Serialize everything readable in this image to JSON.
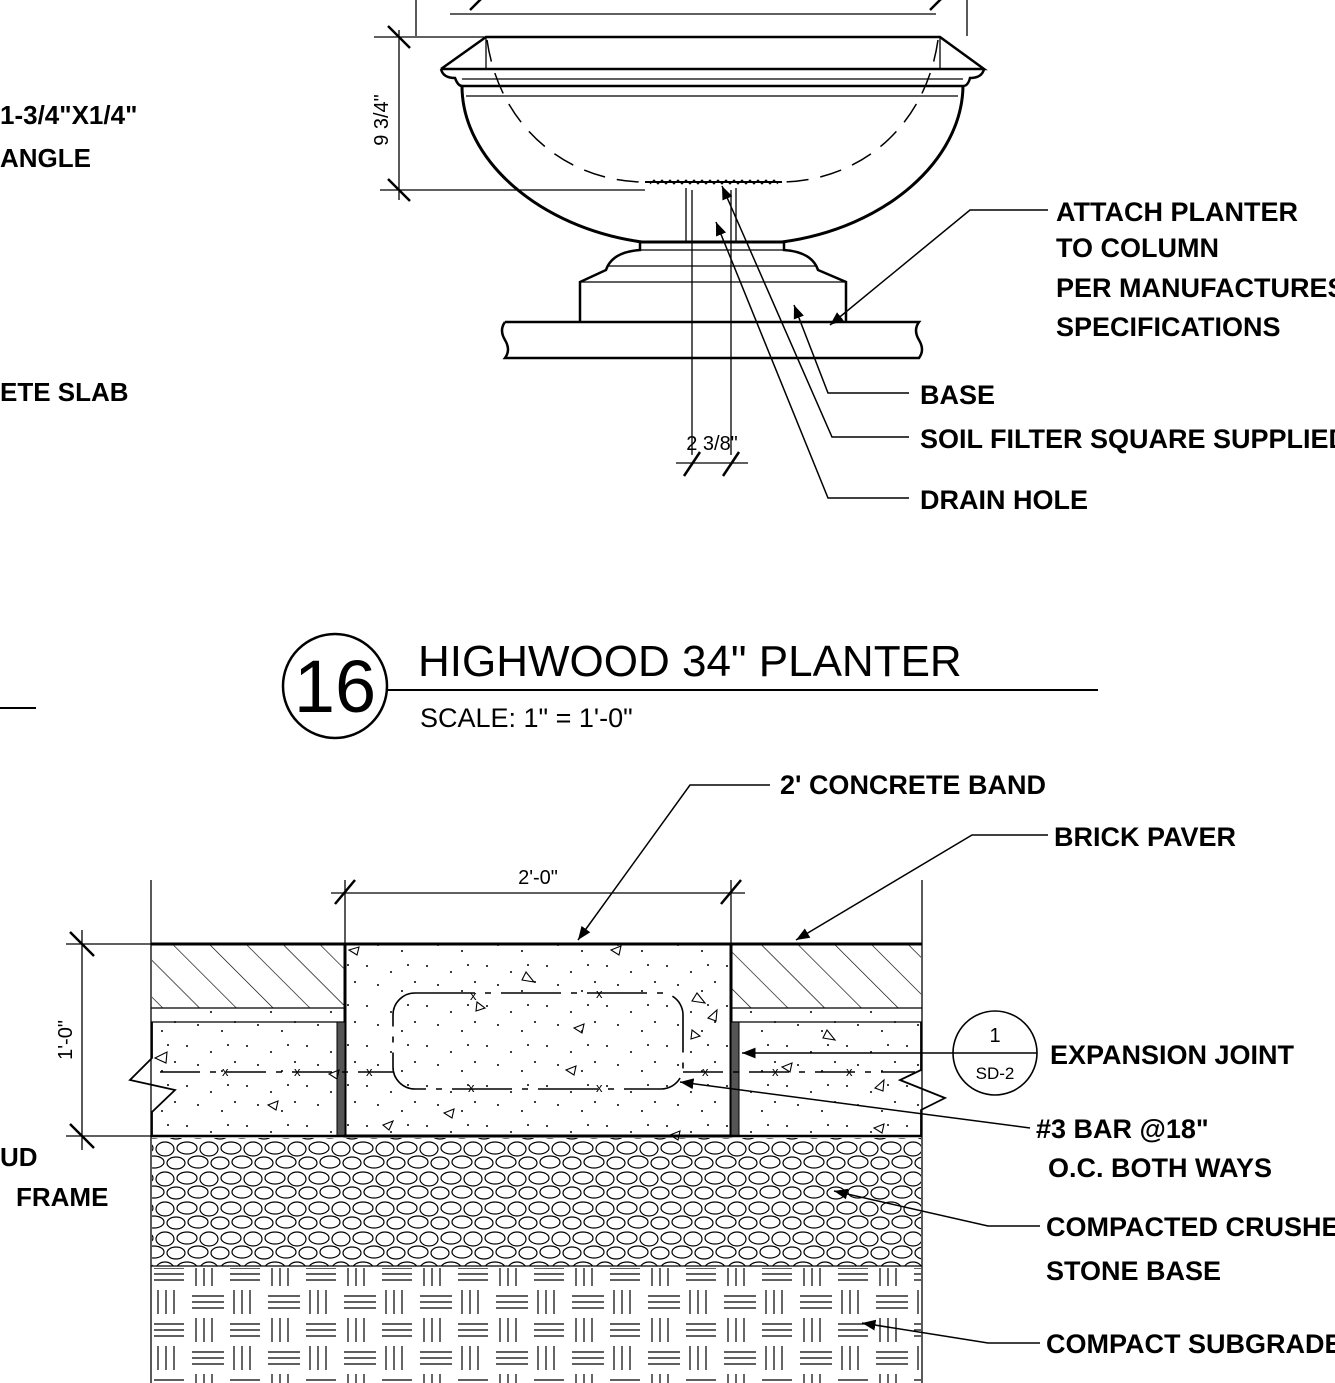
{
  "top_detail": {
    "left_cut_labels": [
      "1-3/4\"X1/4\"",
      "ANGLE",
      "ETE SLAB"
    ],
    "dimensions": {
      "height": "9 3/4\"",
      "stem": "2 3/8\""
    },
    "callouts": [
      "ATTACH PLANTER",
      "TO COLUMN",
      "PER MANUFACTURES",
      "SPECIFICATIONS",
      "BASE",
      "SOIL FILTER SQUARE SUPPLIED",
      "DRAIN HOLE"
    ]
  },
  "title_block": {
    "number": "16",
    "title": "HIGHWOOD 34\" PLANTER",
    "scale": "SCALE: 1\" = 1'-0\""
  },
  "bottom_detail": {
    "left_cut_labels": [
      "UD",
      "FRAME"
    ],
    "dimensions": {
      "width": "2'-0\"",
      "depth": "1'-0\""
    },
    "section_ref": {
      "number": "1",
      "sheet": "SD-2"
    },
    "callouts": [
      "2' CONCRETE BAND",
      "BRICK PAVER",
      "EXPANSION JOINT",
      "#3 BAR @18\"",
      "O.C. BOTH WAYS",
      "COMPACTED CRUSHED",
      "STONE BASE",
      "COMPACT SUBGRADE"
    ]
  }
}
